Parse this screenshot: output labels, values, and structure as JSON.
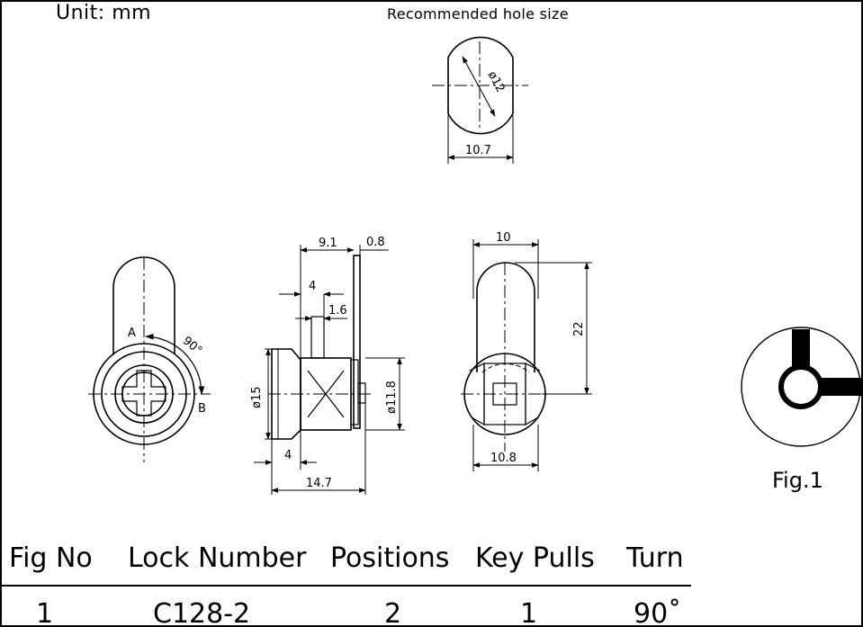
{
  "unit_label": "Unit:  mm",
  "hole_title": "Recommended  hole  size",
  "figure_label": "Fig.1",
  "dims": {
    "hole_dia": "ø12",
    "hole_width": "10.7",
    "d_9_1": "9.1",
    "d_0_8": "0.8",
    "d_4_top": "4",
    "d_1_6": "1.6",
    "d_15": "ø15",
    "d_11_8": "ø11.8",
    "d_4_bot": "4",
    "d_14_7": "14.7",
    "d_10": "10",
    "d_22": "22",
    "d_10_8": "10.8",
    "pos_a": "A",
    "pos_b": "B",
    "angle": "90°"
  },
  "table": {
    "headers": [
      "Fig  No",
      "Lock  Number",
      "Positions",
      "Key  Pulls",
      "Turn"
    ],
    "rows": [
      [
        "1",
        "C128-2",
        "2",
        "1",
        "90˚"
      ]
    ]
  }
}
